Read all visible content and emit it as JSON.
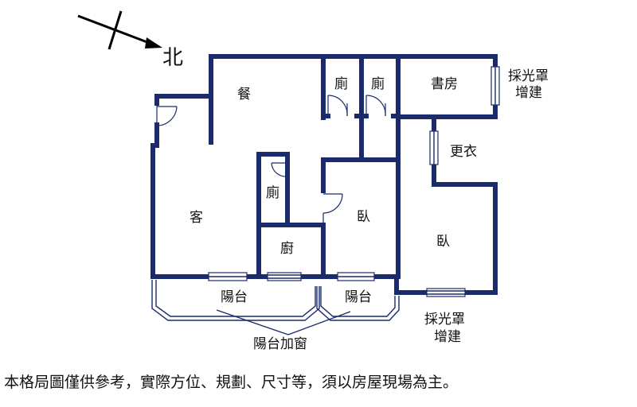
{
  "compass": {
    "north_label": "北"
  },
  "rooms": {
    "dining": "餐",
    "toilet_1": "廁",
    "toilet_2": "廁",
    "study": "書房",
    "dressing": "更衣",
    "toilet_3": "廁",
    "living": "客",
    "kitchen": "廚",
    "bedroom_1": "臥",
    "bedroom_2": "臥",
    "balcony_1": "陽台",
    "balcony_2": "陽台"
  },
  "annotations": {
    "skylight_top_line1": "採光罩",
    "skylight_top_line2": "增建",
    "skylight_bottom_line1": "採光罩",
    "skylight_bottom_line2": "增建",
    "balcony_window": "陽台加窗"
  },
  "disclaimer": "本格局圖僅供參考，實際方位、規劃、尺寸等，須以房屋現場為主。",
  "colors": {
    "wall": "#1b2a6b",
    "text": "#111111",
    "background": "#ffffff"
  }
}
